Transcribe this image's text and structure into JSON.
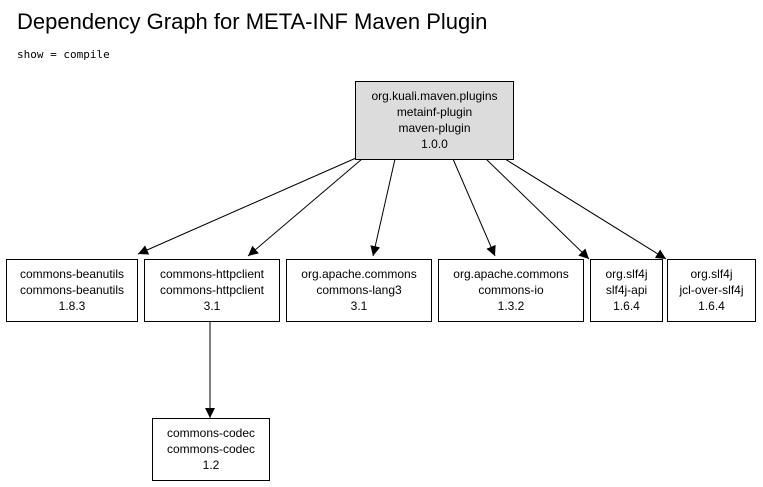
{
  "title": "Dependency Graph for META-INF Maven Plugin",
  "scope_line": "show = compile",
  "graph": {
    "colors": {
      "root_fill": "#dcdcdc",
      "node_fill": "#ffffff",
      "stroke": "#000000"
    },
    "nodes": [
      {
        "id": "root",
        "lines": [
          "org.kuali.maven.plugins",
          "metainf-plugin",
          "maven-plugin",
          "1.0.0"
        ],
        "root": true
      },
      {
        "id": "beanutils",
        "lines": [
          "commons-beanutils",
          "commons-beanutils",
          "1.8.3"
        ]
      },
      {
        "id": "httpclient",
        "lines": [
          "commons-httpclient",
          "commons-httpclient",
          "3.1"
        ]
      },
      {
        "id": "lang3",
        "lines": [
          "org.apache.commons",
          "commons-lang3",
          "3.1"
        ]
      },
      {
        "id": "io",
        "lines": [
          "org.apache.commons",
          "commons-io",
          "1.3.2"
        ]
      },
      {
        "id": "slf4j-api",
        "lines": [
          "org.slf4j",
          "slf4j-api",
          "1.6.4"
        ]
      },
      {
        "id": "jcl",
        "lines": [
          "org.slf4j",
          "jcl-over-slf4j",
          "1.6.4"
        ]
      },
      {
        "id": "codec",
        "lines": [
          "commons-codec",
          "commons-codec",
          "1.2"
        ]
      }
    ],
    "edges": [
      {
        "from": "root",
        "to": "beanutils"
      },
      {
        "from": "root",
        "to": "httpclient"
      },
      {
        "from": "root",
        "to": "lang3"
      },
      {
        "from": "root",
        "to": "io"
      },
      {
        "from": "root",
        "to": "slf4j-api"
      },
      {
        "from": "root",
        "to": "jcl"
      },
      {
        "from": "httpclient",
        "to": "codec"
      }
    ]
  }
}
